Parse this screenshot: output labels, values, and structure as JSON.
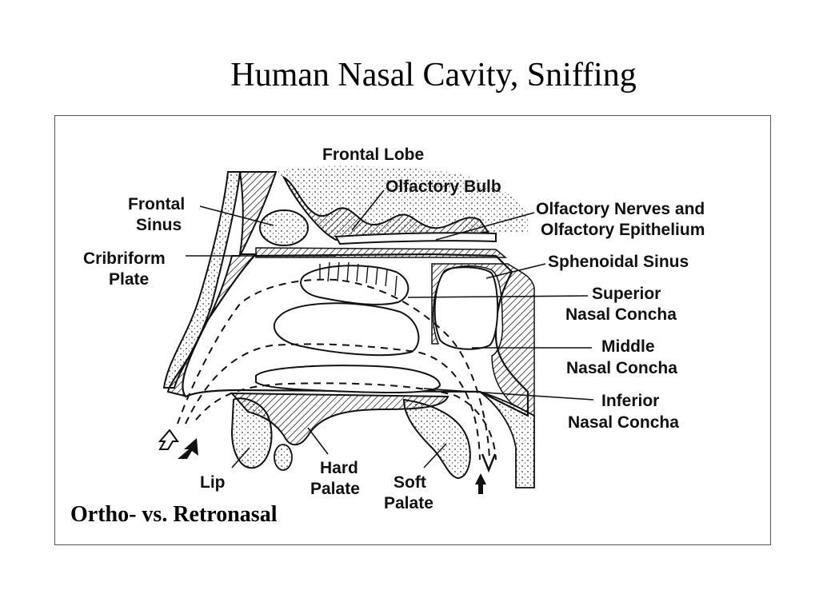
{
  "slide": {
    "title": "Human Nasal Cavity, Sniffing",
    "caption": "Ortho- vs. Retronasal"
  },
  "labels": {
    "frontal_lobe": "Frontal Lobe",
    "olfactory_bulb": "Olfactory Bulb",
    "frontal_sinus_1": "Frontal",
    "frontal_sinus_2": "Sinus",
    "olfactory_nerves_1": "Olfactory Nerves and",
    "olfactory_nerves_2": "Olfactory Epithelium",
    "cribriform_1": "Cribriform",
    "cribriform_2": "Plate",
    "sphenoidal_sinus": "Sphenoidal Sinus",
    "superior_1": "Superior",
    "superior_2": "Nasal Concha",
    "middle_1": "Middle",
    "middle_2": "Nasal Concha",
    "inferior_1": "Inferior",
    "inferior_2": "Nasal Concha",
    "lip": "Lip",
    "hard_palate_1": "Hard",
    "hard_palate_2": "Palate",
    "soft_palate_1": "Soft",
    "soft_palate_2": "Palate"
  },
  "colors": {
    "ink": "#111111",
    "frame": "#555555"
  }
}
